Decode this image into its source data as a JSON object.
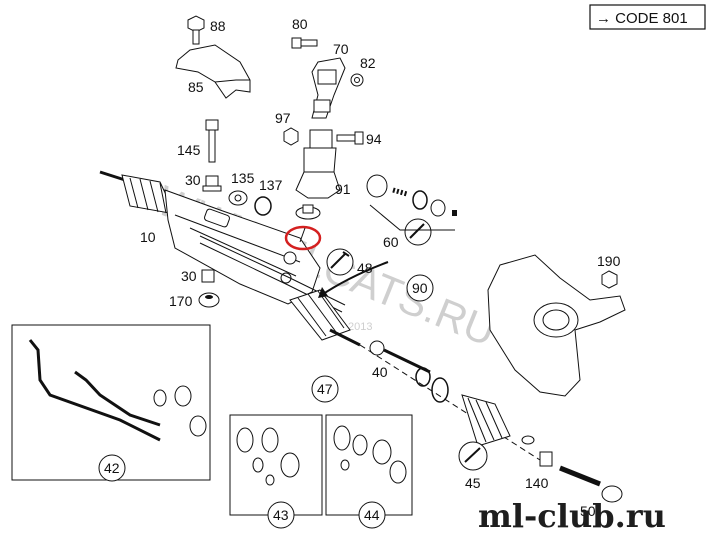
{
  "header": {
    "code_label": "→ CODE 801"
  },
  "part_numbers": {
    "p88": "88",
    "p80": "80",
    "p70": "70",
    "p82": "82",
    "p85": "85",
    "p97": "97",
    "p94": "94",
    "p145": "145",
    "p30a": "30",
    "p135": "135",
    "p137": "137",
    "p91": "91",
    "p10": "10",
    "p60": "60",
    "p48": "48",
    "p30b": "30",
    "p170": "170",
    "p90": "90",
    "p190": "190",
    "p40": "40",
    "p47": "47",
    "p42": "42",
    "p43": "43",
    "p44": "44",
    "p45": "45",
    "p140": "140",
    "p50": "50"
  },
  "watermarks": {
    "main": "WWW.ELCATS.RU",
    "year": "2013",
    "site": "ml-club.ru"
  },
  "colors": {
    "line": "#1a1a1a",
    "highlight": "#d42020",
    "watermark": "#cfcfcf"
  }
}
